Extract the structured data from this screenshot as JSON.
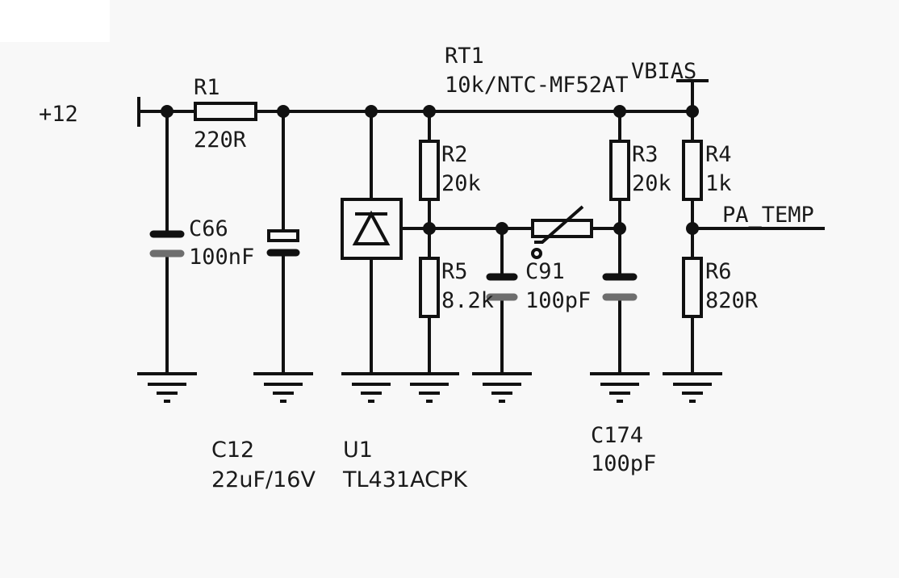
{
  "power": {
    "input_label": "+12",
    "bias_label": "VBIAS"
  },
  "net": {
    "output_label": "PA_TEMP"
  },
  "components": {
    "R1": {
      "ref": "R1",
      "value": "220R"
    },
    "RT1": {
      "ref": "RT1",
      "value": "10k/NTC-MF52AT"
    },
    "R2": {
      "ref": "R2",
      "value": "20k"
    },
    "R3": {
      "ref": "R3",
      "value": "20k"
    },
    "R4": {
      "ref": "R4",
      "value": "1k"
    },
    "R5": {
      "ref": "R5",
      "value": "8.2k"
    },
    "R6": {
      "ref": "R6",
      "value": "820R"
    },
    "C66": {
      "ref": "C66",
      "value": "100nF"
    },
    "C91": {
      "ref": "C91",
      "value": "100pF"
    },
    "C12": {
      "ref": "C12",
      "value": "22uF/16V"
    },
    "C174": {
      "ref": "C174",
      "value": "100pF"
    },
    "U1": {
      "ref": "U1",
      "value": "TL431ACPK"
    }
  }
}
